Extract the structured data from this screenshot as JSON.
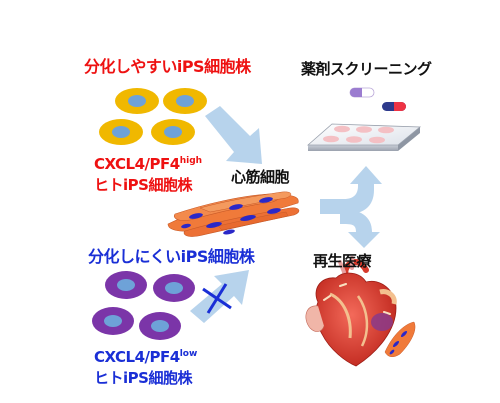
{
  "labels": {
    "easy_title": "分化しやすいiPS細胞株",
    "easy_marker_base": "CXCL4/PF4",
    "easy_marker_sup": "high",
    "easy_line2": "ヒトiPS細胞株",
    "hard_title": "分化しにくいiPS細胞株",
    "hard_marker_base": "CXCL4/PF4",
    "hard_marker_sup": "low",
    "hard_line2": "ヒトiPS細胞株",
    "cardiomyocyte": "心筋細胞",
    "drug_screening": "薬剤スクリーニング",
    "regen_medicine": "再生医療"
  },
  "colors": {
    "easy_text": "#ee1111",
    "hard_text": "#1a2fd6",
    "yellow_cell": "#f0b800",
    "cell_nucleus": "#6ea2d8",
    "purple_cell": "#7b35a8",
    "arrow": "#b7d3ec",
    "myocyte": "#f07a3a",
    "myocyte_nucleus": "#2a28c8",
    "well_plate": "#f4c0c4"
  },
  "icons": {
    "blocked_mark": "cross-mark",
    "pill": "capsule"
  }
}
